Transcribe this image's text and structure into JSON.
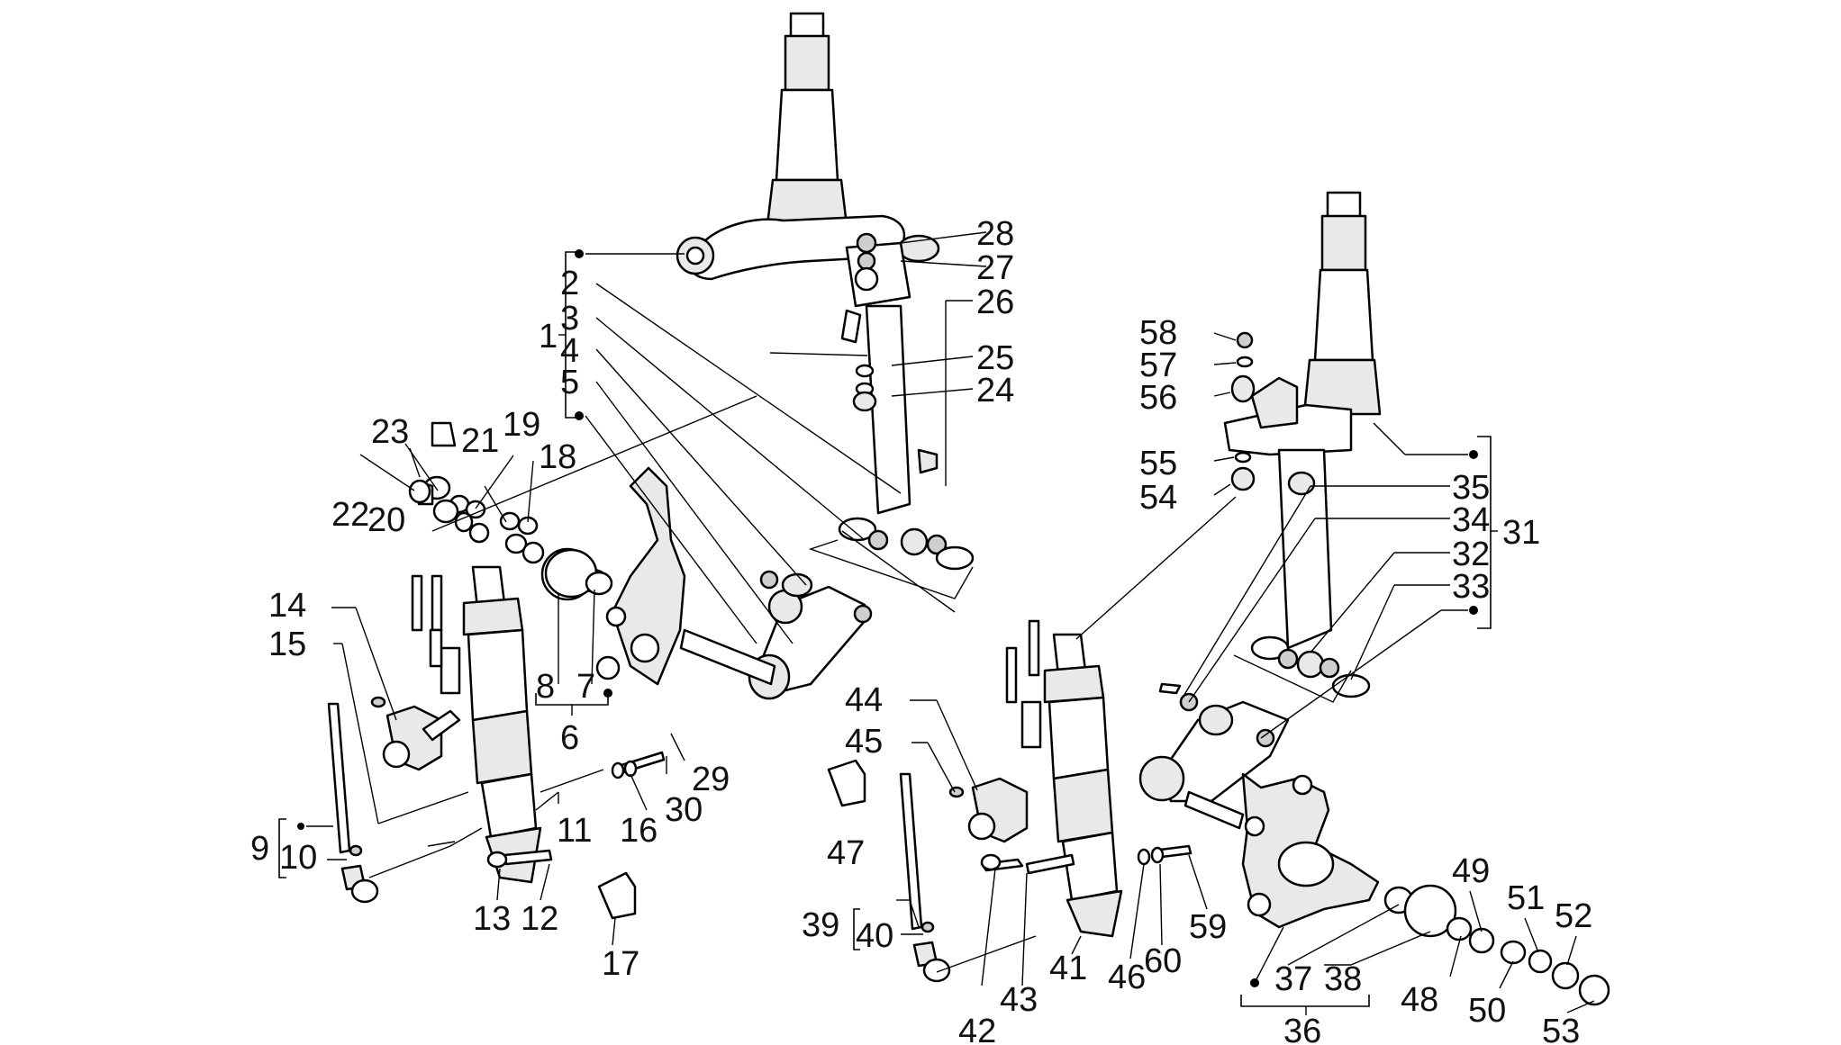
{
  "labels": {
    "n1": "1",
    "n2": "2",
    "n3": "3",
    "n4": "4",
    "n5": "5",
    "n6": "6",
    "n7": "7",
    "n8": "8",
    "n9": "9",
    "n10": "10",
    "n11": "11",
    "n12": "12",
    "n13": "13",
    "n14": "14",
    "n15": "15",
    "n16": "16",
    "n17": "17",
    "n18": "18",
    "n19": "19",
    "n20": "20",
    "n21": "21",
    "n22": "22",
    "n23": "23",
    "n24": "24",
    "n25": "25",
    "n26": "26",
    "n27": "27",
    "n28": "28",
    "n29": "29",
    "n30": "30",
    "n31": "31",
    "n32": "32",
    "n33": "33",
    "n34": "34",
    "n35": "35",
    "n36": "36",
    "n37": "37",
    "n38": "38",
    "n39": "39",
    "n40": "40",
    "n41": "41",
    "n42": "42",
    "n43": "43",
    "n44": "44",
    "n45": "45",
    "n46": "46",
    "n47": "47",
    "n48": "48",
    "n49": "49",
    "n50": "50",
    "n51": "51",
    "n52": "52",
    "n53": "53",
    "n54": "54",
    "n55": "55",
    "n56": "56",
    "n57": "57",
    "n58": "58",
    "n59": "59",
    "n60": "60"
  }
}
